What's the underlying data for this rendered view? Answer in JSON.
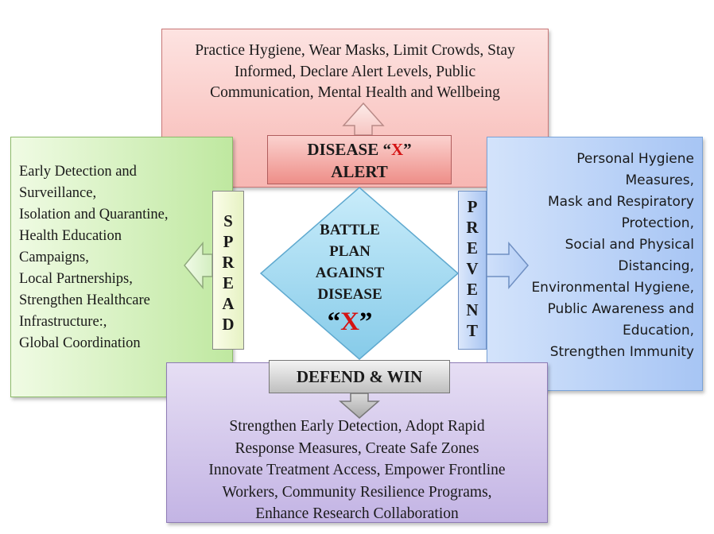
{
  "top": {
    "lines": [
      "Practice Hygiene, Wear Masks, Limit Crowds, Stay",
      "Informed, Declare Alert Levels, Public",
      "Communication, Mental Health and Wellbeing"
    ]
  },
  "alert_label": {
    "line1_prefix": "DISEASE “",
    "line1_x": "X",
    "line1_suffix": "”",
    "line2": "ALERT"
  },
  "left": {
    "lines": [
      "Early Detection and",
      "Surveillance,",
      "Isolation and Quarantine,",
      "Health Education",
      "Campaigns,",
      "Local Partnerships,",
      "Strengthen Healthcare",
      "Infrastructure:,",
      "Global Coordination"
    ]
  },
  "right": {
    "lines": [
      "Personal Hygiene",
      "Measures,",
      "Mask and Respiratory",
      "Protection,",
      "Social and Physical",
      "Distancing,",
      "Environmental Hygiene,",
      "Public Awareness and",
      "Education,",
      "Strengthen Immunity"
    ]
  },
  "spread_letters": [
    "S",
    "P",
    "R",
    "E",
    "A",
    "D"
  ],
  "prevent_letters": [
    "P",
    "R",
    "E",
    "V",
    "E",
    "N",
    "T"
  ],
  "center": {
    "lines": [
      "BATTLE",
      "PLAN",
      "AGAINST",
      "DISEASE"
    ],
    "x_prefix": "“",
    "x_letter": "X",
    "x_suffix": "”"
  },
  "defend_label": "DEFEND & WIN",
  "bottom": {
    "lines": [
      "Strengthen Early Detection, Adopt Rapid",
      "Response Measures, Create Safe Zones",
      "Innovate Treatment Access, Empower Frontline",
      "Workers, Community Resilience Programs,",
      "Enhance Research Collaboration"
    ]
  },
  "colors": {
    "alert_x": "#d41414",
    "center_x": "#d41414",
    "diamond": "#9ed8f0"
  }
}
